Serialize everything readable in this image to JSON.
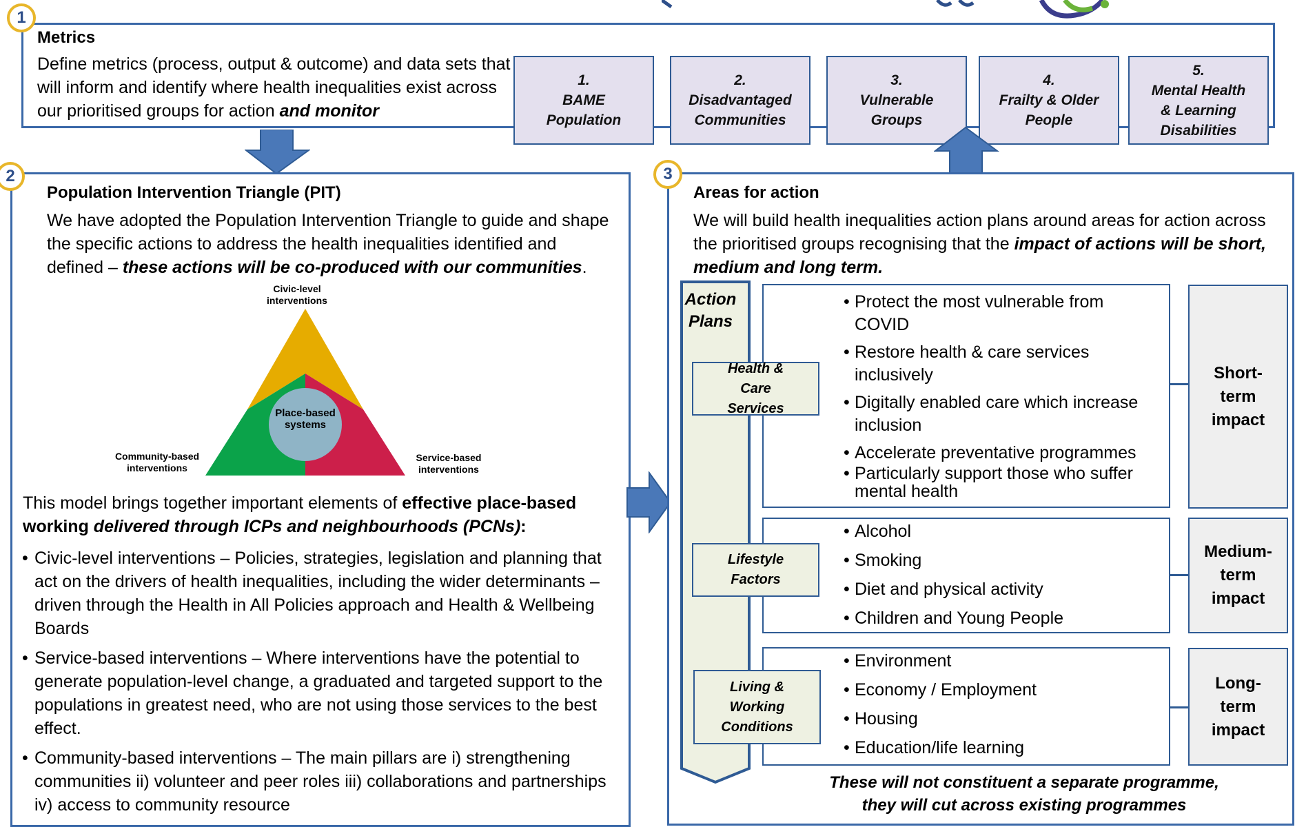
{
  "metrics": {
    "number": "1",
    "title": "Metrics",
    "text": "Define metrics (process, output & outcome) and data sets that will inform and identify where health inequalities exist across our prioritised groups for action",
    "text_emphasis": "and monitor",
    "groups": [
      {
        "num": "1.",
        "label": "BAME Population"
      },
      {
        "num": "2.",
        "label": "Disadvantaged Communities"
      },
      {
        "num": "3.",
        "label": "Vulnerable Groups"
      },
      {
        "num": "4.",
        "label": "Frailty & Older People"
      },
      {
        "num": "5.",
        "label": "Mental Health & Learning Disabilities"
      }
    ]
  },
  "pit": {
    "number": "2",
    "title": "Population Intervention Triangle (PIT)",
    "intro": "We have adopted the Population Intervention Triangle to  guide and shape the specific actions to address the health inequalities identified and defined –",
    "intro_emphasis": "these actions will be co-produced with our communities",
    "intro_end": ".",
    "triangle": {
      "top_label": "Civic-level interventions",
      "left_label": "Community-based interventions",
      "right_label": "Service-based interventions",
      "center_label": "Place-based systems",
      "colors": {
        "civic": "#e6ac00",
        "community": "#0ba34a",
        "service": "#cc1f4a",
        "center": "#8fb4c6"
      }
    },
    "model_text": "This model brings together important elements of",
    "model_bold": "effective place-based working",
    "model_bold_italic": "delivered through ICPs and neighbourhoods (PCNs)",
    "model_end": ":",
    "bullets": [
      "Civic-level interventions – Policies, strategies, legislation and planning that act on the drivers of health inequalities, including the wider determinants – driven through the Health in All Policies approach and Health & Wellbeing Boards",
      "Service-based interventions – Where interventions have the potential to generate population-level change, a graduated and targeted support to the populations in greatest need, who are not using those services to the best effect.",
      "Community-based interventions – The main pillars are i) strengthening communities ii) volunteer and peer roles iii) collaborations and partnerships iv) access to community resource"
    ]
  },
  "areas": {
    "number": "3",
    "title": "Areas for action",
    "intro": "We will build health inequalities action plans around areas for action across the prioritised groups recognising that the",
    "intro_emphasis": "impact of actions will be short, medium and long term.",
    "action_plans_label": "Action Plans",
    "rows": [
      {
        "label": "Health & Care Services",
        "items": [
          "Protect the most vulnerable from COVID",
          "Restore health & care services inclusively",
          "Digitally enabled care which increase inclusion",
          "Accelerate preventative programmes",
          "Particularly support those who suffer mental health"
        ],
        "impact": "Short-term impact"
      },
      {
        "label": "Lifestyle Factors",
        "items": [
          "Alcohol",
          "Smoking",
          "Diet and physical activity",
          "Children and Young People"
        ],
        "impact": "Medium-term impact"
      },
      {
        "label": "Living & Working Conditions",
        "items": [
          "Environment",
          "Economy / Employment",
          "Housing",
          "Education/life learning"
        ],
        "impact": "Long-term impact"
      }
    ],
    "footer": "These will not constituent a separate programme, they will cut across existing programmes"
  },
  "colors": {
    "border": "#3a68a8",
    "arrow": "#4a78b8",
    "badge_ring": "#e8b62a",
    "metric_fill": "#e4e0ee",
    "label_fill": "#eef1e2",
    "impact_fill": "#efefef"
  }
}
